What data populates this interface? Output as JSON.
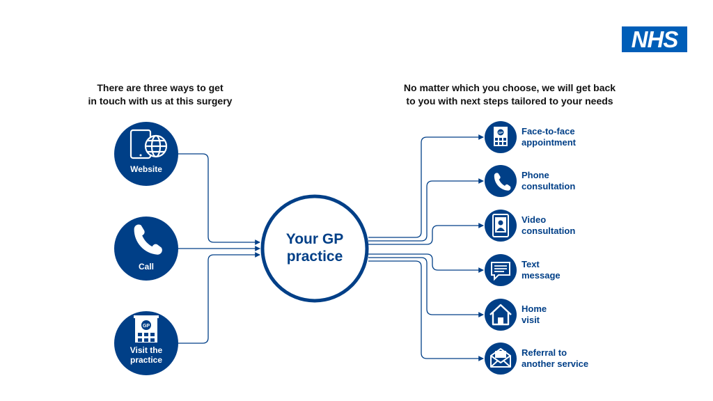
{
  "logo": {
    "text": "NHS"
  },
  "headings": {
    "left": [
      "There are three ways to get",
      "in touch with us at this surgery"
    ],
    "right": [
      "No matter which you choose, we will get back",
      "to you with next steps tailored to your needs"
    ]
  },
  "center": {
    "lines": [
      "Your GP",
      "practice"
    ]
  },
  "inputs": [
    {
      "id": "website",
      "icon": "tablet-globe-icon",
      "lines": [
        "Website"
      ]
    },
    {
      "id": "call",
      "icon": "phone-icon",
      "lines": [
        "Call"
      ]
    },
    {
      "id": "visit",
      "icon": "gp-building-icon",
      "lines": [
        "Visit the",
        "practice"
      ]
    }
  ],
  "outputs": [
    {
      "id": "face-to-face",
      "icon": "gp-building-icon",
      "lines": [
        "Face-to-face",
        "appointment"
      ]
    },
    {
      "id": "phone",
      "icon": "phone-icon",
      "lines": [
        "Phone",
        "consultation"
      ]
    },
    {
      "id": "video",
      "icon": "video-call-icon",
      "lines": [
        "Video",
        "consultation"
      ]
    },
    {
      "id": "text",
      "icon": "speech-bubble-icon",
      "lines": [
        "Text",
        "message"
      ]
    },
    {
      "id": "home",
      "icon": "house-icon",
      "lines": [
        "Home",
        "visit"
      ]
    },
    {
      "id": "referral",
      "icon": "envelope-icon",
      "lines": [
        "Referral to",
        "another service"
      ]
    }
  ],
  "colors": {
    "nhs_blue": "#005eb8",
    "dark_blue": "#003f87",
    "text": "#111111"
  }
}
